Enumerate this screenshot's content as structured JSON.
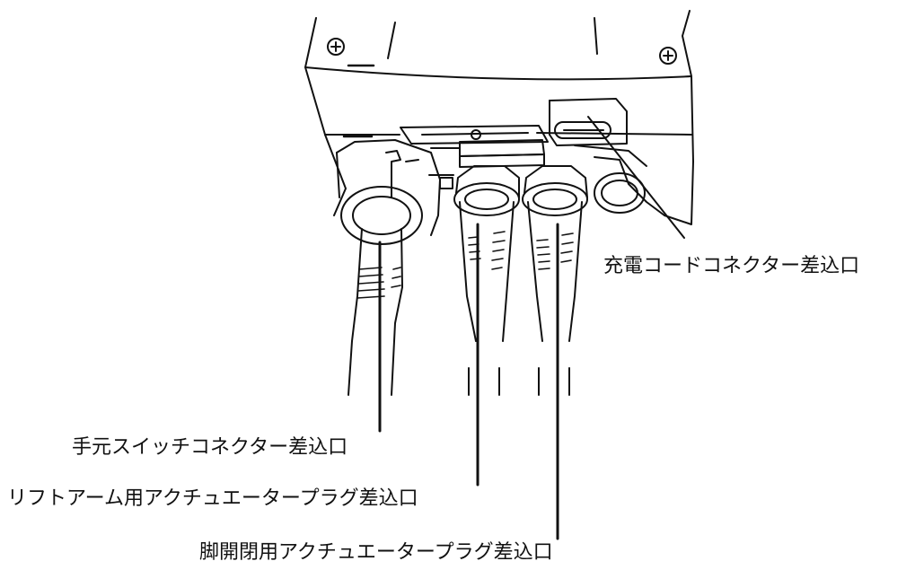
{
  "labels": {
    "charging_port": "充電コードコネクター差込口",
    "hand_switch_port": "手元スイッチコネクター差込口",
    "lift_arm_port": "リフトアーム用アクチュエータープラグ差込口",
    "leg_port": "脚開閉用アクチュエータープラグ差込口"
  },
  "colors": {
    "stroke": "#111111",
    "background": "#ffffff"
  }
}
